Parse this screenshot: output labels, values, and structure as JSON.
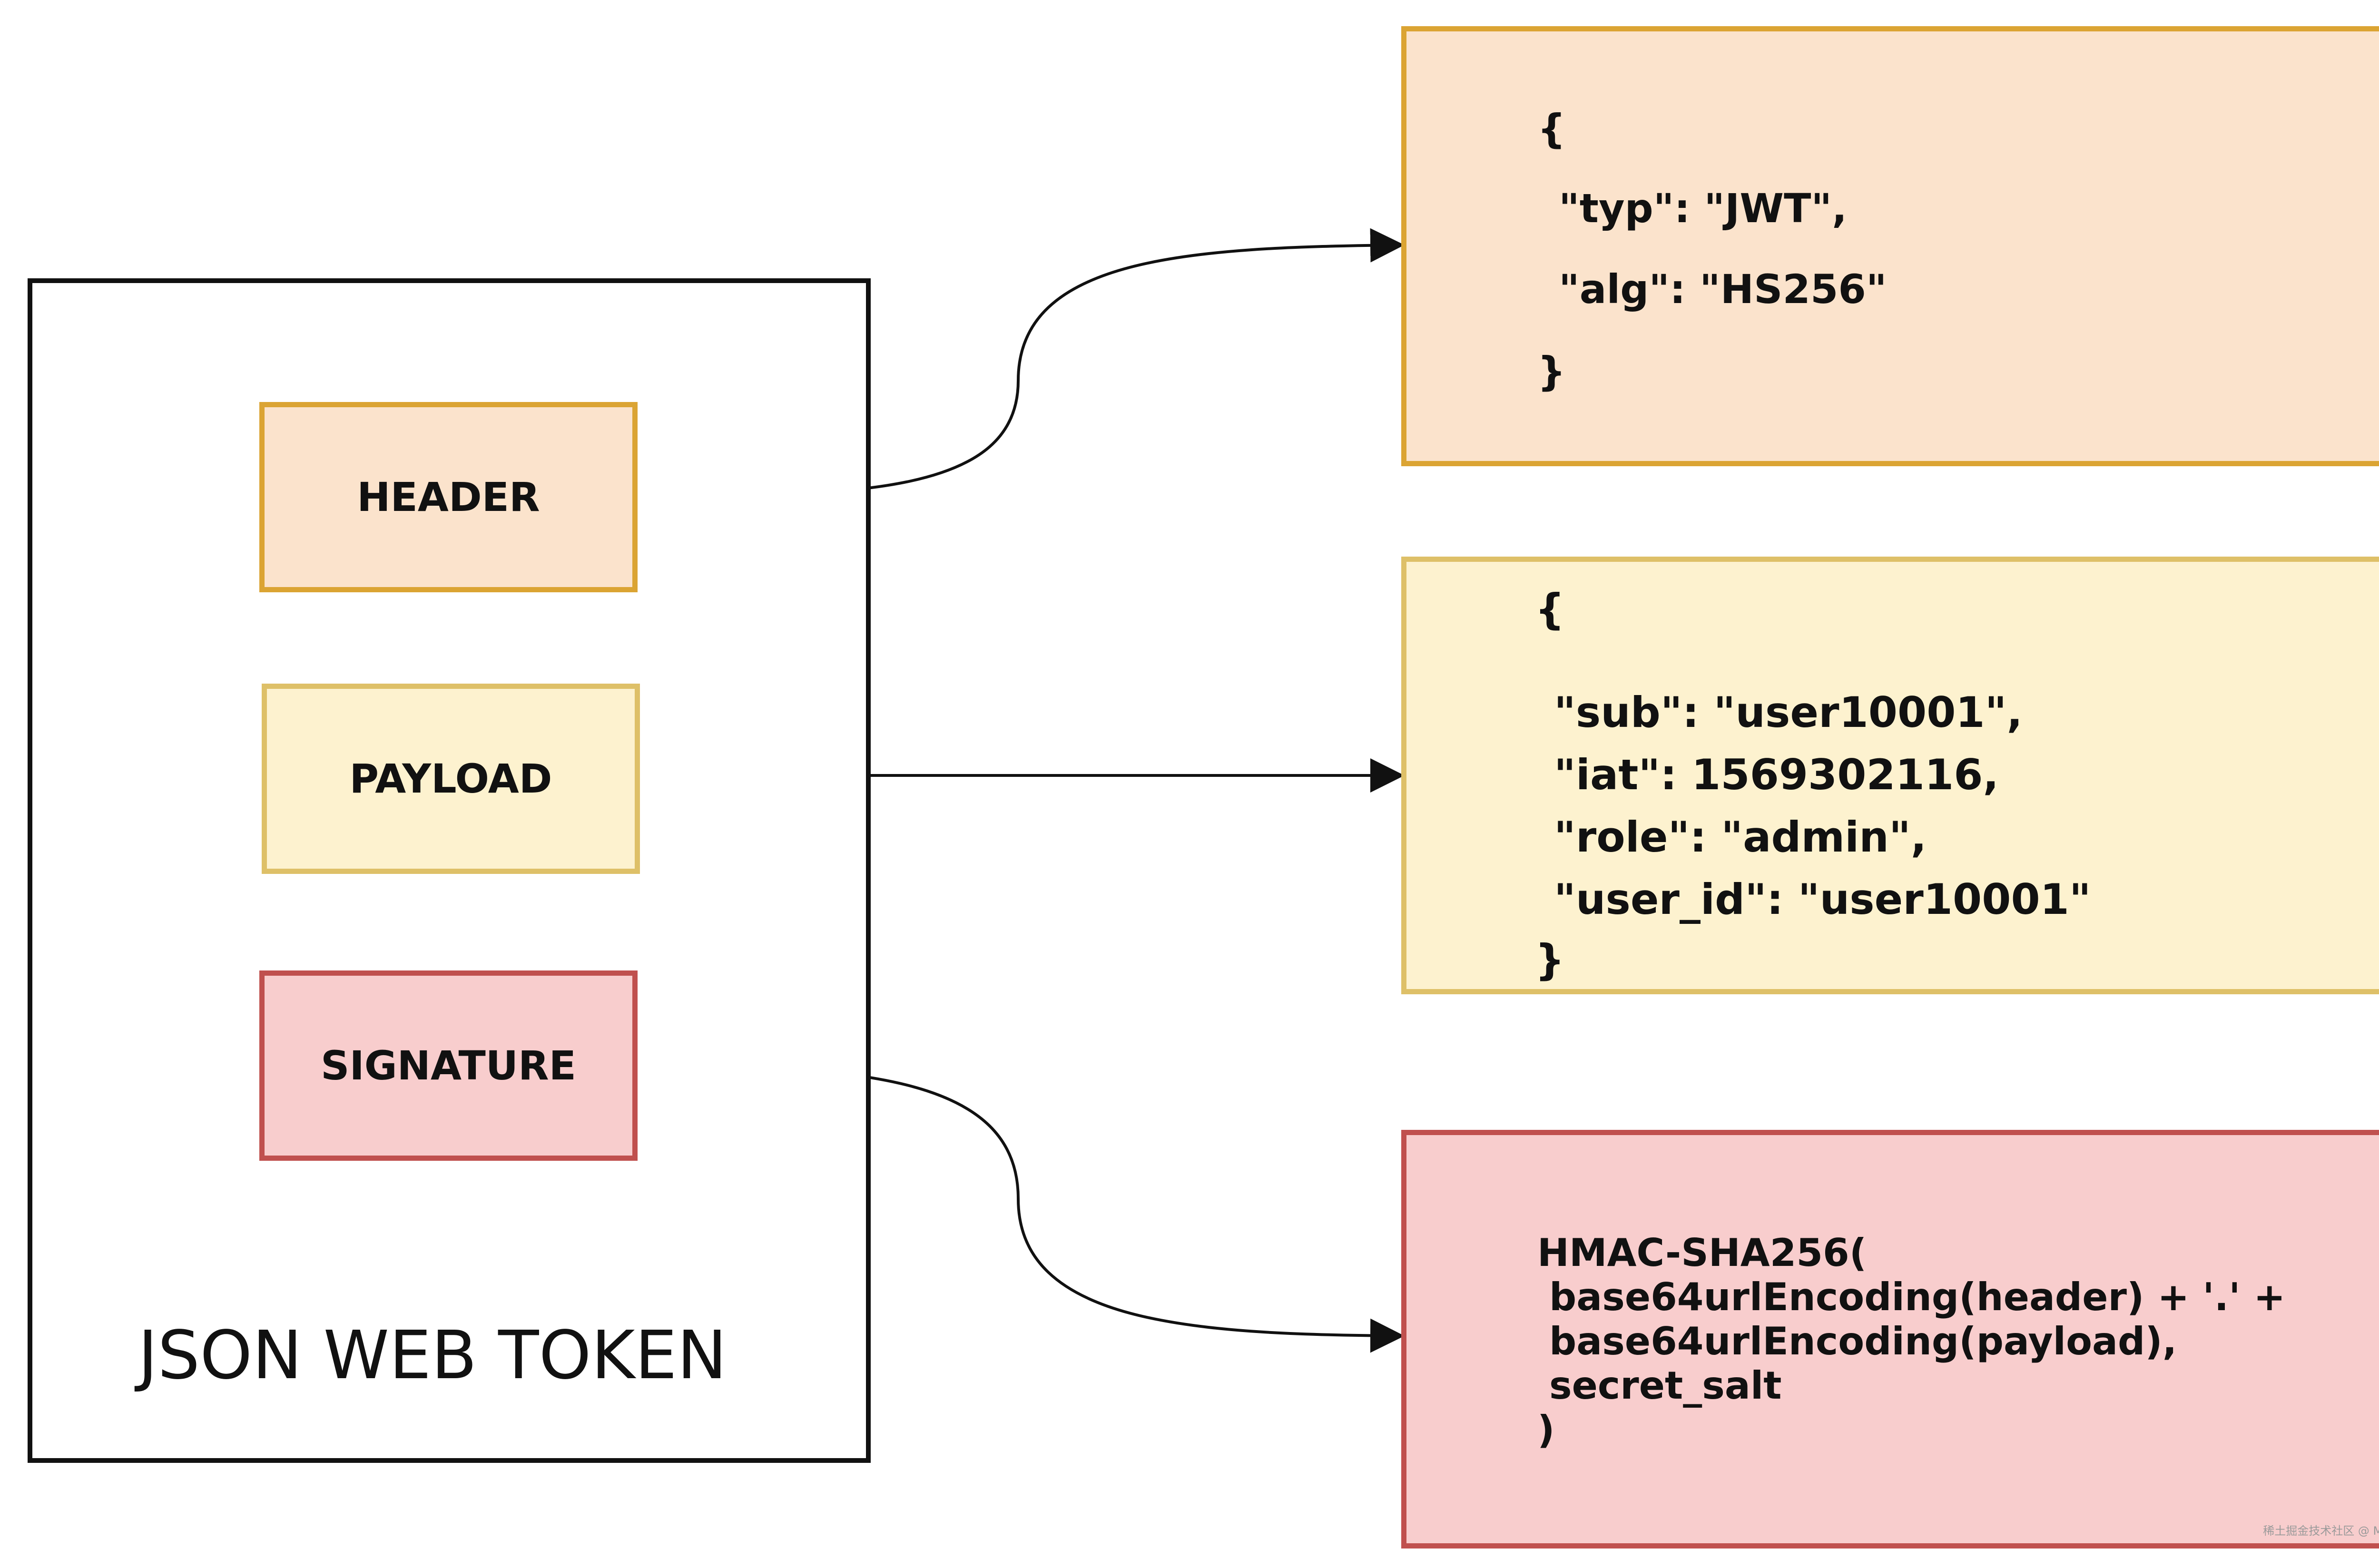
{
  "container": {
    "title": "JSON WEB TOKEN"
  },
  "parts": {
    "header": "HEADER",
    "payload": "PAYLOAD",
    "signature": "SIGNATURE"
  },
  "header_detail": {
    "lines": [
      "{",
      "\"typ\": \"JWT\",",
      "\"alg\": \"HS256\"",
      "}"
    ]
  },
  "payload_detail": {
    "lines": [
      "{",
      "\"sub\": \"user10001\",",
      "\"iat\": 1569302116,",
      "\"role\": \"admin\",",
      "\"user_id\": \"user10001\"",
      "}"
    ]
  },
  "signature_detail": {
    "lines": [
      "HMAC-SHA256(",
      "base64urlEncoding(header) + '.' +",
      "base64urlEncoding(payload),",
      "secret_salt",
      ")"
    ]
  },
  "colors": {
    "header_fill": "#fbe3cc",
    "header_border": "#dba433",
    "payload_fill": "#fdf2cf",
    "payload_border": "#dec068",
    "signature_fill": "#f8cdcd",
    "signature_border": "#c0504e",
    "ink": "#111111"
  },
  "watermark": "稀土掘金技术社区 @ MarisH"
}
